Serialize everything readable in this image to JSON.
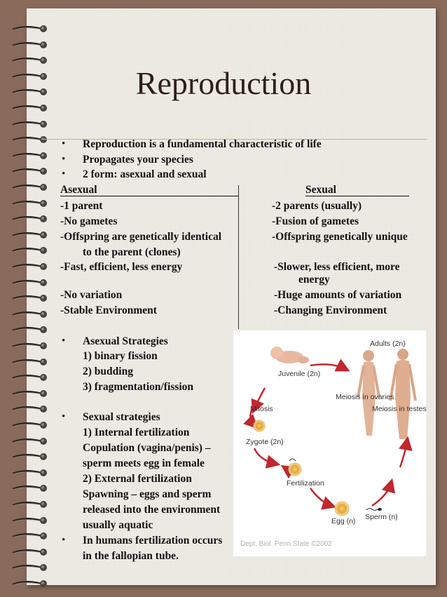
{
  "title": "Reproduction",
  "bullets": [
    "Reproduction is a fundamental characteristic of life",
    "Propagates your species",
    "2 form: asexual and sexual"
  ],
  "bullet_char": "•",
  "table": {
    "left_header": "Asexual",
    "right_header": "Sexual",
    "left": [
      "-1 parent",
      "-No gametes",
      "-Offspring are genetically identical",
      "to the parent (clones)",
      "-Fast, efficient, less energy",
      "-No variation",
      "-Stable Environment"
    ],
    "right": [
      "-2 parents (usually)",
      "-Fusion of gametes",
      "-Offspring genetically unique",
      "-Slower, less efficient, more",
      "energy",
      "-Huge amounts of variation",
      "-Changing Environment"
    ]
  },
  "asexual": {
    "heading": "Asexual Strategies",
    "items": [
      "1) binary fission",
      "2)  budding",
      "3) fragmentation/fission"
    ]
  },
  "sexual": {
    "heading": "Sexual strategies",
    "lines": [
      "1) Internal fertilization",
      "Copulation (vagina/penis) –",
      "sperm meets egg in female",
      "2) External fertilization",
      "Spawning – eggs and sperm",
      "released into the environment",
      "usually aquatic"
    ]
  },
  "humans": [
    "In humans fertilization occurs",
    "in the fallopian tube."
  ],
  "figure": {
    "labels": {
      "adults": "Adults (2n)",
      "juvenile": "Juvenile (2n)",
      "meiosis_ovaries": "Meiosis in ovaries",
      "meiosis_testes": "Meiosis in testes",
      "mitosis": "Mitosis",
      "zygote": "Zygote (2n)",
      "fertilization": "Fertilization",
      "egg": "Egg (n)",
      "sperm": "Sperm (n)"
    },
    "credit": "Dept. Biol. Penn State ©2002"
  },
  "colors": {
    "background": "#8a6a5a",
    "paper": "#eeebe4",
    "title": "#2e2018",
    "arrow": "#c0282e"
  }
}
